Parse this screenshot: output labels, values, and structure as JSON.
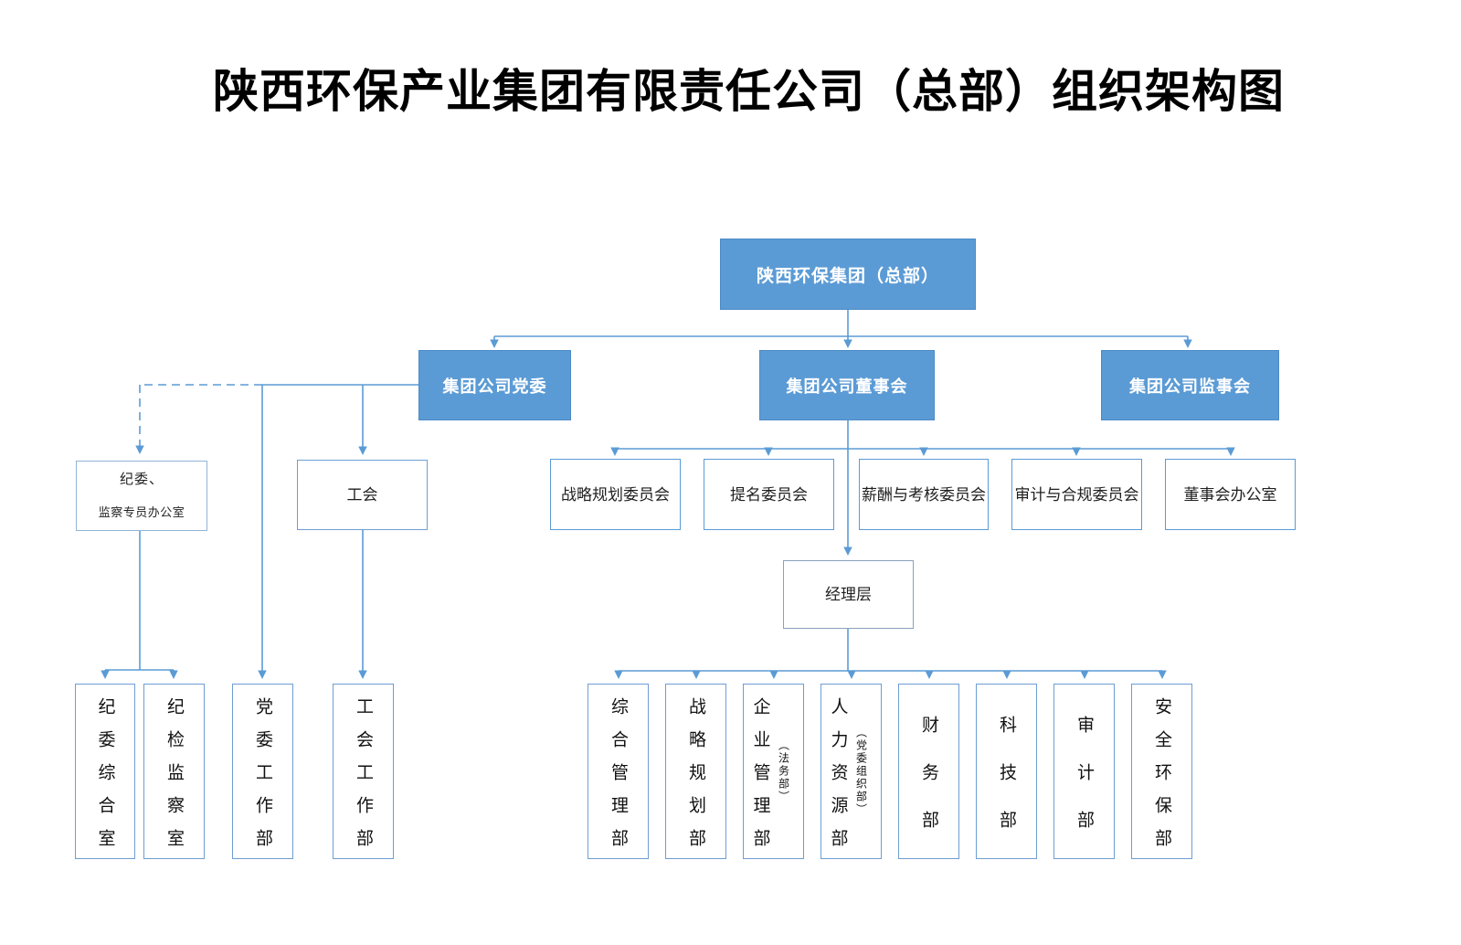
{
  "title": "陕西环保产业集团有限责任公司（总部）组织架构图",
  "colors": {
    "accent_blue": "#5B9BD5",
    "connector_blue": "#5B9BD5",
    "box_text_white": "#ffffff",
    "box_text_black": "#1f1f1f"
  },
  "org": {
    "hq": {
      "label": "陕西环保集团（总部）"
    },
    "governance": [
      {
        "label": "集团公司党委"
      },
      {
        "label": "集团公司董事会"
      },
      {
        "label": "集团公司监事会"
      }
    ],
    "board_committees": [
      {
        "label": "战略规划委员会"
      },
      {
        "label": "提名委员会"
      },
      {
        "label": "薪酬与考核委员会"
      },
      {
        "label": "审计与合规委员会"
      },
      {
        "label": "董事会办公室"
      }
    ],
    "management": {
      "label": "经理层"
    },
    "departments": [
      {
        "label": "综合管理部",
        "annotation": ""
      },
      {
        "label": "战略规划部",
        "annotation": ""
      },
      {
        "label": "企业管理部",
        "annotation": "（法务部）"
      },
      {
        "label": "人力资源部",
        "annotation": "（党委组织部）"
      },
      {
        "label": "财务部",
        "annotation": ""
      },
      {
        "label": "科技部",
        "annotation": ""
      },
      {
        "label": "审计部",
        "annotation": ""
      },
      {
        "label": "安全环保部",
        "annotation": ""
      }
    ],
    "party_bodies": {
      "discipline_office": {
        "line1": "纪委、",
        "line2": "监察专员办公室"
      },
      "labor_union": {
        "label": "工会"
      }
    },
    "party_departments": [
      {
        "label": "纪委综合室"
      },
      {
        "label": "纪检监察室"
      },
      {
        "label": "党委工作部"
      },
      {
        "label": "工会工作部"
      }
    ]
  }
}
